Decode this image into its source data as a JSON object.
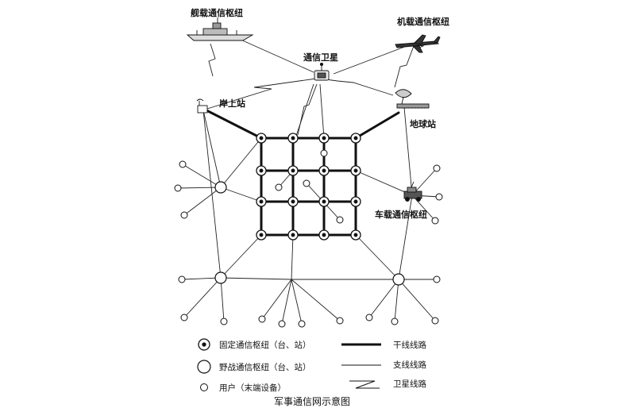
{
  "labels": {
    "ship": "舰载通信枢纽",
    "aircraft": "机载通信枢纽",
    "satellite": "通信卫星",
    "shore": "岸上站",
    "earth": "地球站",
    "vehicle": "车载通信枢纽"
  },
  "legend": {
    "fixed_node": "固定通信枢纽（台、站）",
    "field_node": "野战通信枢纽（台、站）",
    "user": "用户（末端设备）",
    "trunk": "干线线路",
    "branch": "支线线路",
    "satellite_link": "卫星线路"
  },
  "caption": "军事通信网示意图",
  "colors": {
    "ink": "#111111",
    "background": "#ffffff"
  },
  "icons": [
    "ship-icon",
    "aircraft-icon",
    "satellite-icon",
    "shore-station-icon",
    "earth-station-icon",
    "vehicle-icon"
  ]
}
